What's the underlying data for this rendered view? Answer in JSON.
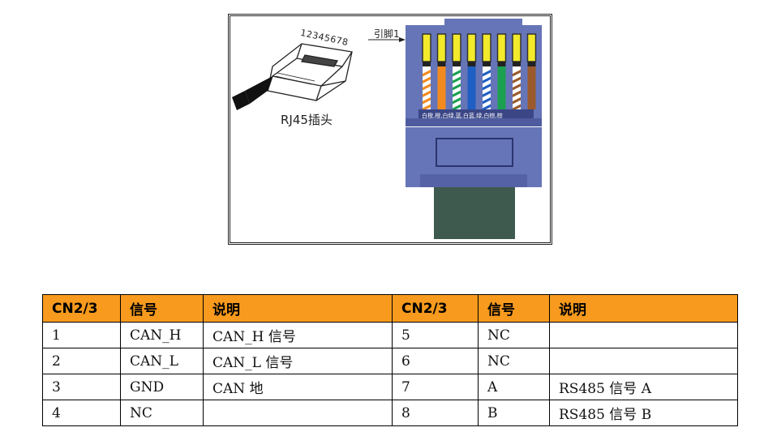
{
  "figure": {
    "pin_numbers": "12345678",
    "rj45_label": "RJ45插头",
    "pin1_label": "引脚1",
    "wire_colors": "白橙,橙,白绿,蓝,白蓝,绿,白棕,棕",
    "colors": {
      "connector_body": "#6675b7",
      "connector_dark": "#3a4686",
      "cable": "#3e5a4f",
      "pin_gold": "#f2ea2b"
    },
    "wires": [
      {
        "base": "#ffffff",
        "stripe": "#f28a1e"
      },
      {
        "base": "#f28a1e",
        "stripe": "#f28a1e"
      },
      {
        "base": "#ffffff",
        "stripe": "#1aa050"
      },
      {
        "base": "#1f5fc4",
        "stripe": "#1f5fc4"
      },
      {
        "base": "#ffffff",
        "stripe": "#1f5fc4"
      },
      {
        "base": "#1aa050",
        "stripe": "#1aa050"
      },
      {
        "base": "#ffffff",
        "stripe": "#9a5a2b"
      },
      {
        "base": "#9a5a2b",
        "stripe": "#9a5a2b"
      }
    ]
  },
  "table": {
    "header_color": "#f79a1d",
    "headers": [
      "CN2/3",
      "信号",
      "说明",
      "CN2/3",
      "信号",
      "说明"
    ],
    "rows": [
      [
        "1",
        "CAN_H",
        "CAN_H 信号",
        "5",
        "NC",
        ""
      ],
      [
        "2",
        "CAN_L",
        "CAN_L 信号",
        "6",
        "NC",
        ""
      ],
      [
        "3",
        "GND",
        "CAN 地",
        "7",
        "A",
        "RS485 信号 A"
      ],
      [
        "4",
        "NC",
        "",
        "8",
        "B",
        "RS485 信号 B"
      ]
    ]
  }
}
